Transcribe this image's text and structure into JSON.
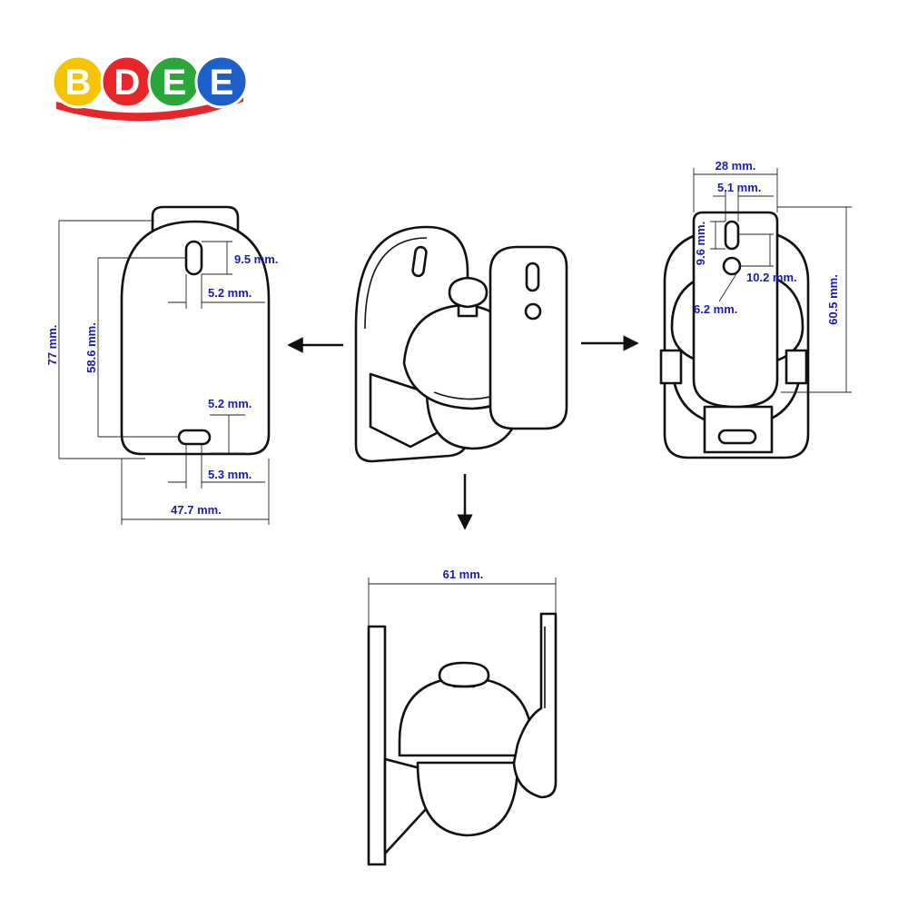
{
  "logo": {
    "letters": [
      "B",
      "D",
      "E",
      "E"
    ],
    "colors": [
      "#f5c400",
      "#e8262a",
      "#2aa63a",
      "#1e5fc8"
    ],
    "swoosh_color": "#e8262a"
  },
  "dimension_color": "#1a1ab4",
  "back_view": {
    "height_total": "77 mm.",
    "hole_spacing": "58.6 mm.",
    "slot_top_height": "9.5 mm.",
    "slot_top_width": "5.2 mm.",
    "slot_bottom_height": "5.2 mm.",
    "slot_bottom_width": "5.3 mm.",
    "width": "47.7 mm."
  },
  "front_view": {
    "plate_width": "28 mm.",
    "slot_width": "5.1 mm.",
    "slot_height": "9.6 mm.",
    "hole_offset": "10.2 mm.",
    "hole_diameter": "6.2 mm.",
    "plate_height": "60.5 mm."
  },
  "side_view": {
    "depth": "61 mm."
  }
}
